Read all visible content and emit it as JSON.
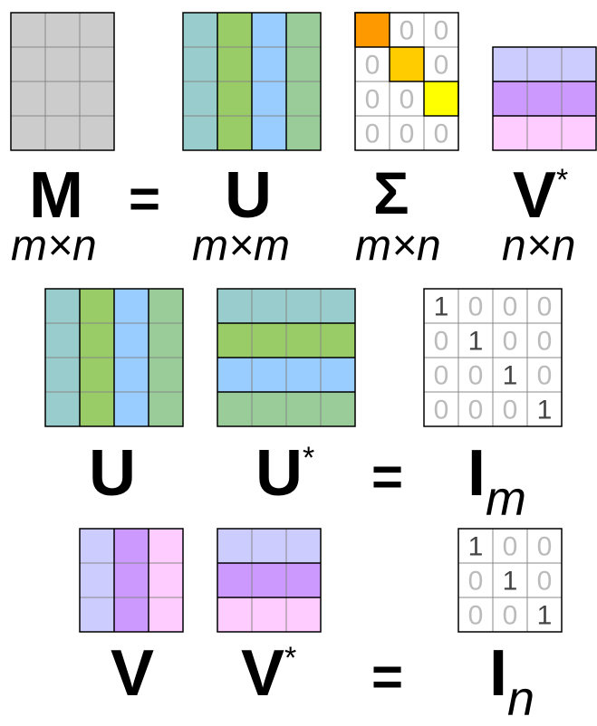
{
  "colors": {
    "grid_line": "#888888",
    "border": "#000000",
    "m_fill": "#cccccc",
    "u1": "#99cccc",
    "u2": "#99cc66",
    "u3": "#99ccff",
    "u4": "#99cc99",
    "v1": "#ccccff",
    "v2": "#cc99ff",
    "v3": "#ffccff",
    "sigma1": "#ff9900",
    "sigma2": "#ffcc00",
    "sigma3": "#ffff00",
    "zero_text": "#bbbbbb",
    "one_text": "#444444"
  },
  "equation1": {
    "M": {
      "symbol": "M",
      "dims": "m×n"
    },
    "equals": "=",
    "U": {
      "symbol": "U",
      "dims": "m×m"
    },
    "Sigma": {
      "symbol": "Σ",
      "dims": "m×n",
      "cells": [
        [
          "",
          "0",
          "0"
        ],
        [
          "0",
          "",
          "0"
        ],
        [
          "0",
          "0",
          ""
        ],
        [
          "0",
          "0",
          "0"
        ]
      ]
    },
    "Vstar": {
      "symbol": "V",
      "sup": "*",
      "dims": "n×n"
    }
  },
  "equation2": {
    "U": "U",
    "Ustar": {
      "symbol": "U",
      "sup": "*"
    },
    "equals": "=",
    "I": {
      "symbol": "I",
      "sub": "m",
      "cells": [
        [
          "1",
          "0",
          "0",
          "0"
        ],
        [
          "0",
          "1",
          "0",
          "0"
        ],
        [
          "0",
          "0",
          "1",
          "0"
        ],
        [
          "0",
          "0",
          "0",
          "1"
        ]
      ]
    }
  },
  "equation3": {
    "V": "V",
    "Vstar": {
      "symbol": "V",
      "sup": "*"
    },
    "equals": "=",
    "I": {
      "symbol": "I",
      "sub": "n",
      "cells": [
        [
          "1",
          "0",
          "0"
        ],
        [
          "0",
          "1",
          "0"
        ],
        [
          "0",
          "0",
          "1"
        ]
      ]
    }
  }
}
